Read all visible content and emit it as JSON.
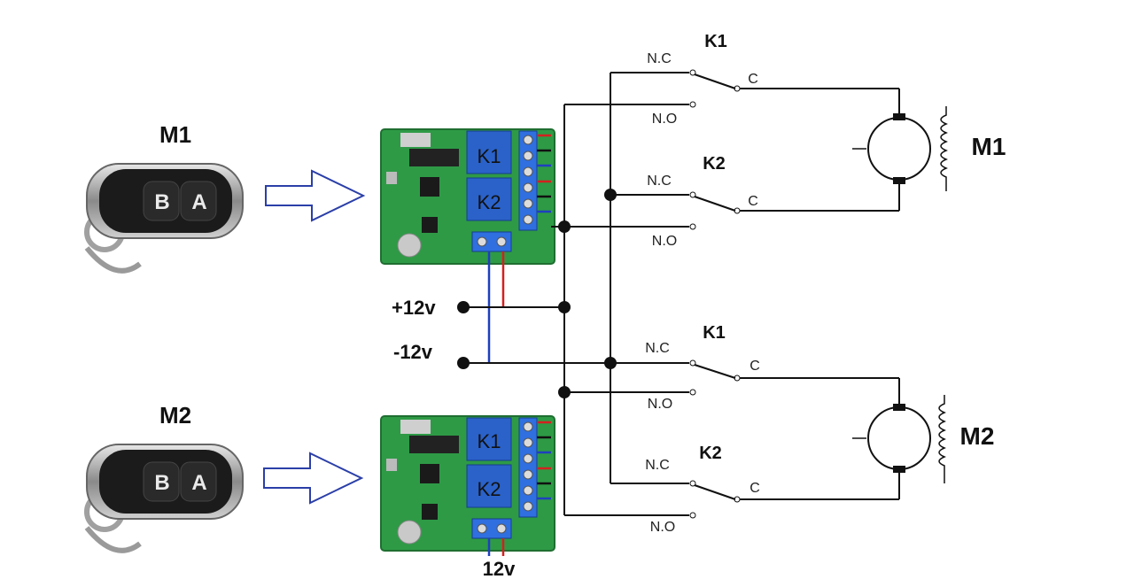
{
  "remotes": [
    {
      "title": "M1",
      "button_a": "A",
      "button_b": "B"
    },
    {
      "title": "M2",
      "button_a": "A",
      "button_b": "B"
    }
  ],
  "boards": [
    {
      "relay1": "K1",
      "relay2": "K2"
    },
    {
      "relay1": "K1",
      "relay2": "K2"
    }
  ],
  "power": {
    "positive": "+12v",
    "negative": "-12v",
    "supply_label": "12v"
  },
  "motor_circuits": [
    {
      "motor": "M1",
      "k1": {
        "label": "K1",
        "nc": "N.C",
        "no": "N.O",
        "c": "C"
      },
      "k2": {
        "label": "K2",
        "nc": "N.C",
        "no": "N.O",
        "c": "C"
      }
    },
    {
      "motor": "M2",
      "k1": {
        "label": "K1",
        "nc": "N.C",
        "no": "N.O",
        "c": "C"
      },
      "k2": {
        "label": "K2",
        "nc": "N.C",
        "no": "N.O",
        "c": "C"
      }
    }
  ],
  "colors": {
    "board_green": "#2e9a46",
    "relay_blue": "#2a62c9",
    "wire_black": "#111111",
    "wire_red": "#d42020",
    "wire_blue": "#1f3fbf",
    "arrow_outline": "#2b3fa8"
  }
}
